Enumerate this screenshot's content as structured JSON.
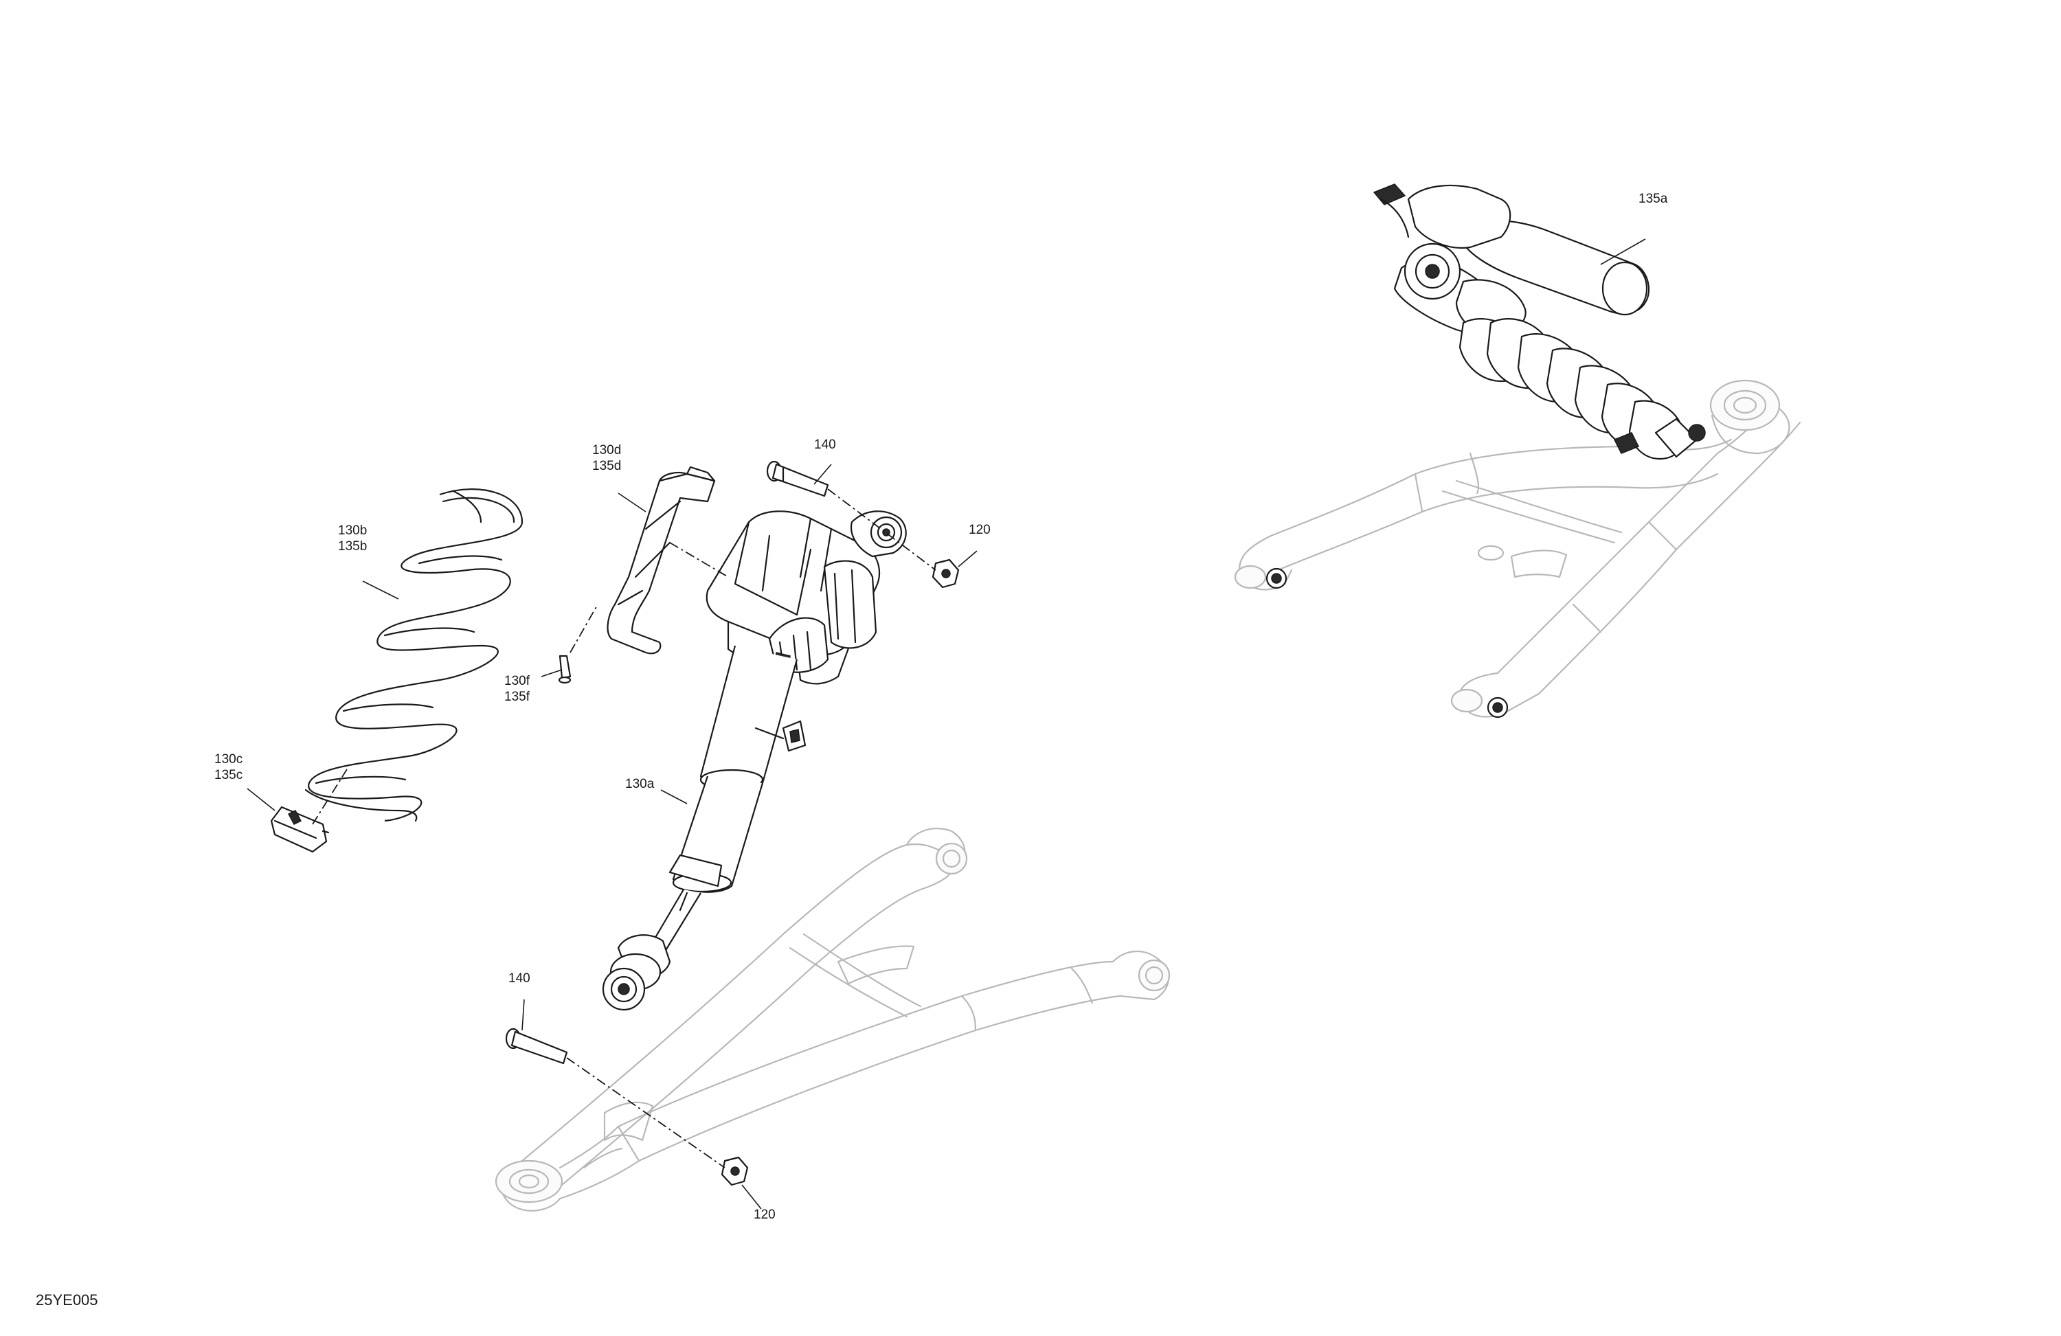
{
  "diagram_code": "25YE005",
  "callouts": {
    "part_135a": "135a",
    "part_140_top": "140",
    "part_120_top": "120",
    "part_130d": "130d",
    "part_135d": "135d",
    "part_130b": "130b",
    "part_135b": "135b",
    "part_130f": "130f",
    "part_135f": "135f",
    "part_130c": "130c",
    "part_135c": "135c",
    "part_130a": "130a",
    "part_140_bottom": "140",
    "part_120_bottom": "120"
  },
  "colors": {
    "line": "#1a1a1a",
    "ghost_line": "#b8b8b8",
    "background": "#ffffff"
  }
}
